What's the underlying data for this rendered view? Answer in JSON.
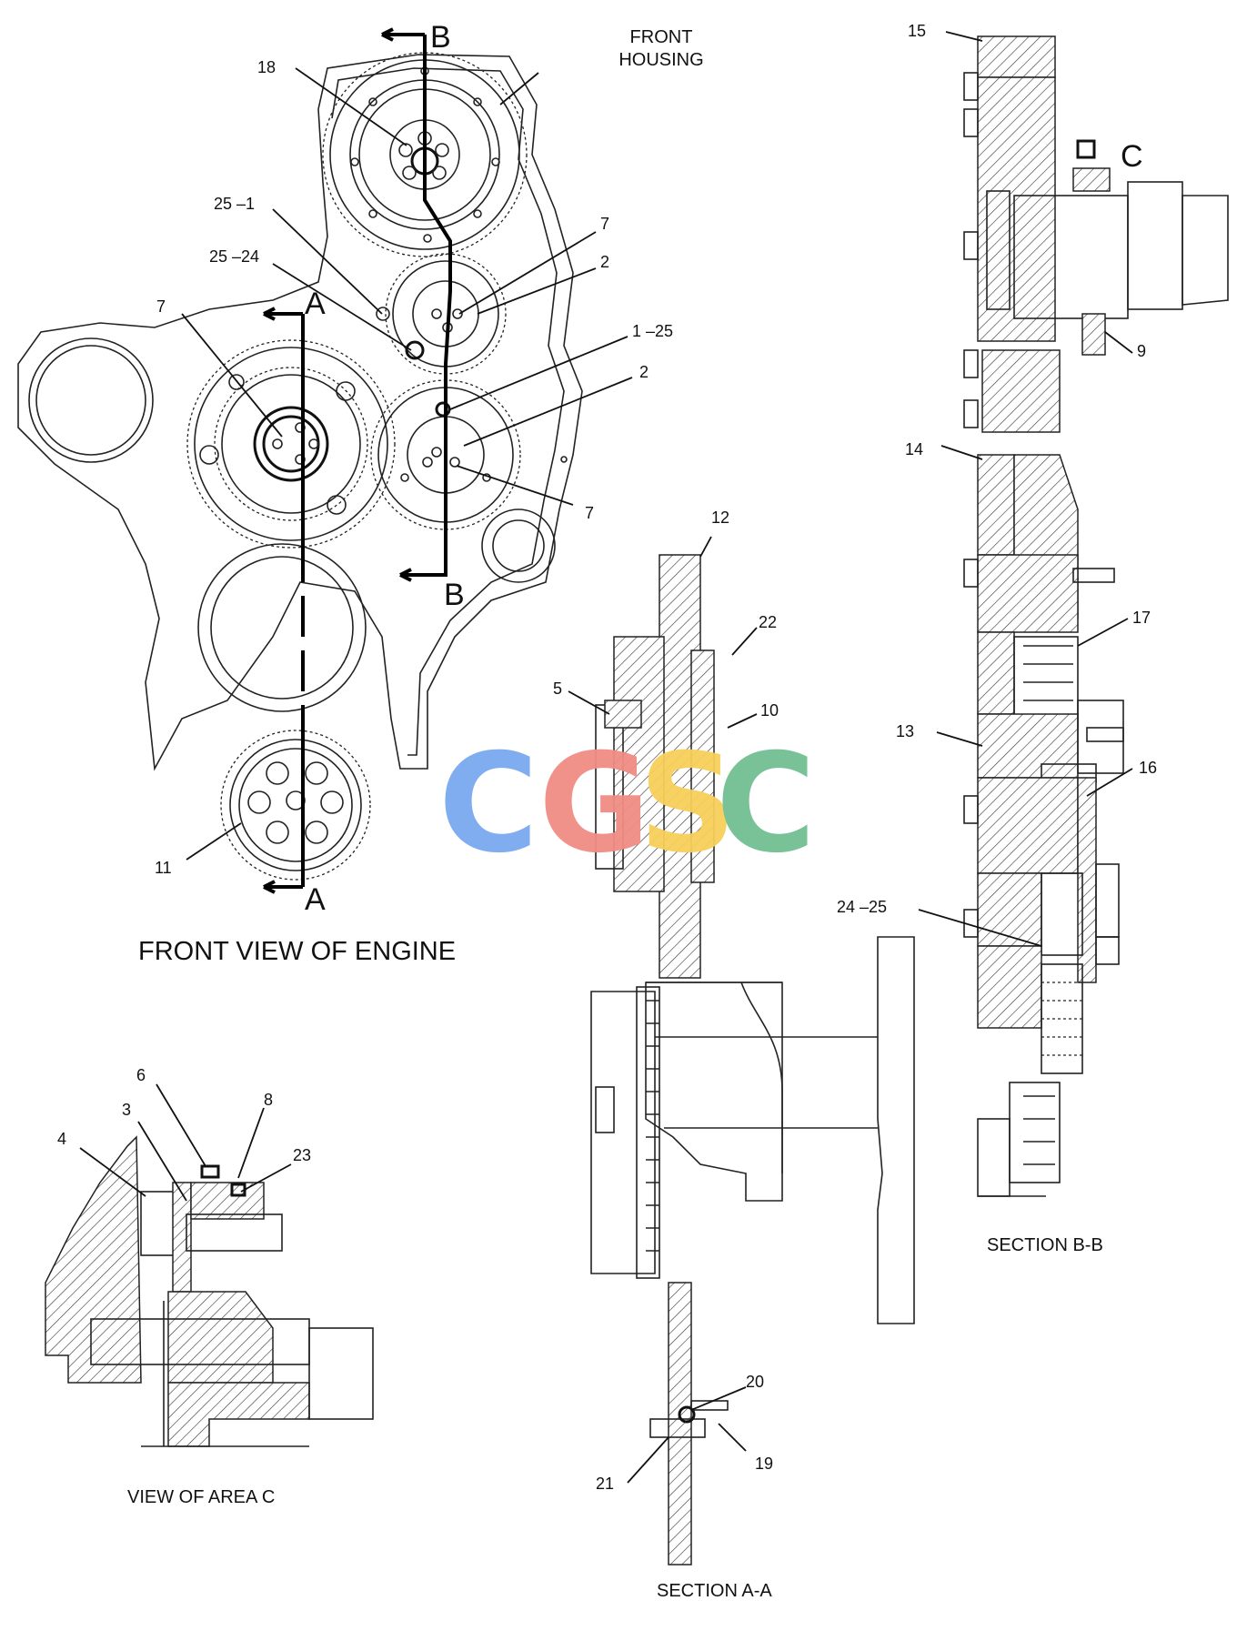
{
  "views": {
    "front_view_title": "FRONT VIEW OF ENGINE",
    "front_housing": [
      "FRONT",
      "HOUSING"
    ],
    "section_aa": "SECTION A-A",
    "section_bb": "SECTION B-B",
    "view_area_c": "VIEW OF AREA C"
  },
  "section_markers": {
    "a_top": "A",
    "a_bottom": "A",
    "b_top": "B",
    "b_bottom": "B",
    "c": "C"
  },
  "callouts": {
    "c18": "18",
    "c25_1": "25 –1",
    "c25_24": "25 –24",
    "c7_left": "7",
    "c7_upper": "7",
    "c2_upper": "2",
    "c1_25": "1 –25",
    "c2_lower": "2",
    "c7_lower": "7",
    "c11": "11",
    "c12": "12",
    "c22": "22",
    "c5": "5",
    "c10": "10",
    "c20": "20",
    "c19": "19",
    "c21": "21",
    "c15": "15",
    "c9": "9",
    "c14": "14",
    "c17": "17",
    "c13": "13",
    "c16": "16",
    "c24_25": "24 –25",
    "c6": "6",
    "c8": "8",
    "c3": "3",
    "c4": "4",
    "c23": "23"
  },
  "watermark": {
    "letters": [
      "C",
      "G",
      "S",
      "C"
    ],
    "colors": [
      "#7aa9f0",
      "#f08d84",
      "#f7cf5a",
      "#72bf93"
    ]
  }
}
